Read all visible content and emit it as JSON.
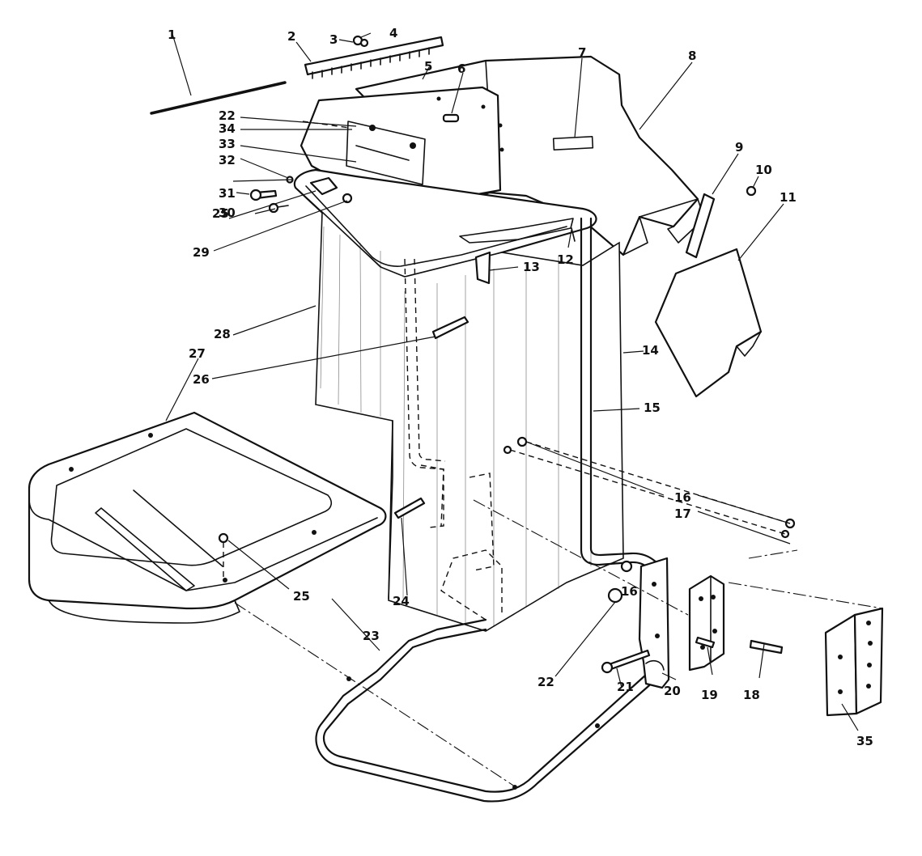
{
  "callouts": [
    {
      "id": "c1",
      "label": "1"
    },
    {
      "id": "c2",
      "label": "2"
    },
    {
      "id": "c3",
      "label": "3"
    },
    {
      "id": "c4",
      "label": "4"
    },
    {
      "id": "c5",
      "label": "5"
    },
    {
      "id": "c6",
      "label": "6"
    },
    {
      "id": "c7",
      "label": "7"
    },
    {
      "id": "c8",
      "label": "8"
    },
    {
      "id": "c9",
      "label": "9"
    },
    {
      "id": "c10",
      "label": "10"
    },
    {
      "id": "c11",
      "label": "11"
    },
    {
      "id": "c12",
      "label": "12"
    },
    {
      "id": "c13",
      "label": "13"
    },
    {
      "id": "c14",
      "label": "14"
    },
    {
      "id": "c15",
      "label": "15"
    },
    {
      "id": "c16a",
      "label": "16"
    },
    {
      "id": "c16b",
      "label": "16"
    },
    {
      "id": "c17",
      "label": "17"
    },
    {
      "id": "c18",
      "label": "18"
    },
    {
      "id": "c19",
      "label": "19"
    },
    {
      "id": "c20",
      "label": "20"
    },
    {
      "id": "c21",
      "label": "21"
    },
    {
      "id": "c22a",
      "label": "22"
    },
    {
      "id": "c22b",
      "label": "22"
    },
    {
      "id": "c23",
      "label": "23"
    },
    {
      "id": "c24",
      "label": "24"
    },
    {
      "id": "c25a",
      "label": "25"
    },
    {
      "id": "c25b",
      "label": "25"
    },
    {
      "id": "c26",
      "label": "26"
    },
    {
      "id": "c27",
      "label": "27"
    },
    {
      "id": "c28",
      "label": "28"
    },
    {
      "id": "c29",
      "label": "29"
    },
    {
      "id": "c30",
      "label": "30"
    },
    {
      "id": "c31",
      "label": "31"
    },
    {
      "id": "c32",
      "label": "32"
    },
    {
      "id": "c33",
      "label": "33"
    },
    {
      "id": "c34",
      "label": "34"
    },
    {
      "id": "c35",
      "label": "35"
    }
  ]
}
